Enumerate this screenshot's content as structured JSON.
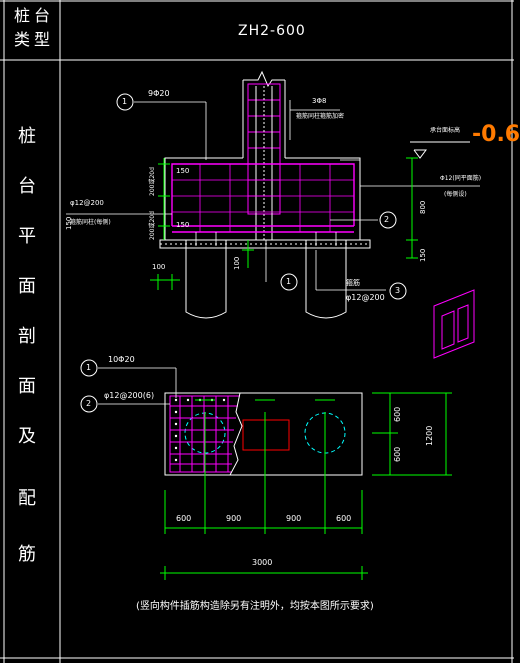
{
  "header": {
    "row_label_top": "桩台",
    "row_label_bottom": "类型",
    "type_value": "ZH2-600"
  },
  "side_label": [
    "桩",
    "台",
    "平",
    "面",
    "剖",
    "面",
    "及",
    "配",
    "筋"
  ],
  "section": {
    "callouts": [
      {
        "num": "1",
        "text": "9Φ20"
      },
      {
        "num": "2",
        "text": ""
      },
      {
        "num": "1",
        "text": ""
      },
      {
        "num": "3",
        "text": "φ12@200"
      }
    ],
    "top_note_1": "3Φ8",
    "top_note_2": "箍筋同柱箍筋加密",
    "right_note_title": "承台面标高",
    "right_note_value": "-0.6",
    "right_note_rebar": "Φ12(同平面筋)",
    "right_note_sub": "(每侧设)",
    "left_note_rebar": "φ12@200",
    "left_note_sub": "箍筋同柱(每侧)",
    "dim_200_top": "200或20d",
    "dim_200_bot": "200或20d",
    "dim_150_a": "150",
    "dim_150_b": "150",
    "dim_150_c": "150",
    "dim_800": "800",
    "dim_150_right": "150",
    "dim_100_a": "100",
    "dim_100_b": "100",
    "lashing_label": "箍筋"
  },
  "plan": {
    "callout_1": {
      "num": "1",
      "text": "10Φ20"
    },
    "callout_2": {
      "num": "2",
      "text": "φ12@200(6)"
    },
    "dims_h": [
      "600",
      "900",
      "900",
      "600"
    ],
    "dim_total": "3000",
    "dims_v": [
      "600",
      "600"
    ],
    "dim_v_total": "1200"
  },
  "footer_note": "(竖向构件插筋构造除另有注明外，均按本图所示要求)",
  "colors": {
    "magenta": "#ff00ff",
    "green": "#00ff00",
    "yellow": "#ffff00",
    "cyan": "#00ffff",
    "red": "#ff0000",
    "orange": "#ff7a00",
    "white": "#ffffff"
  }
}
